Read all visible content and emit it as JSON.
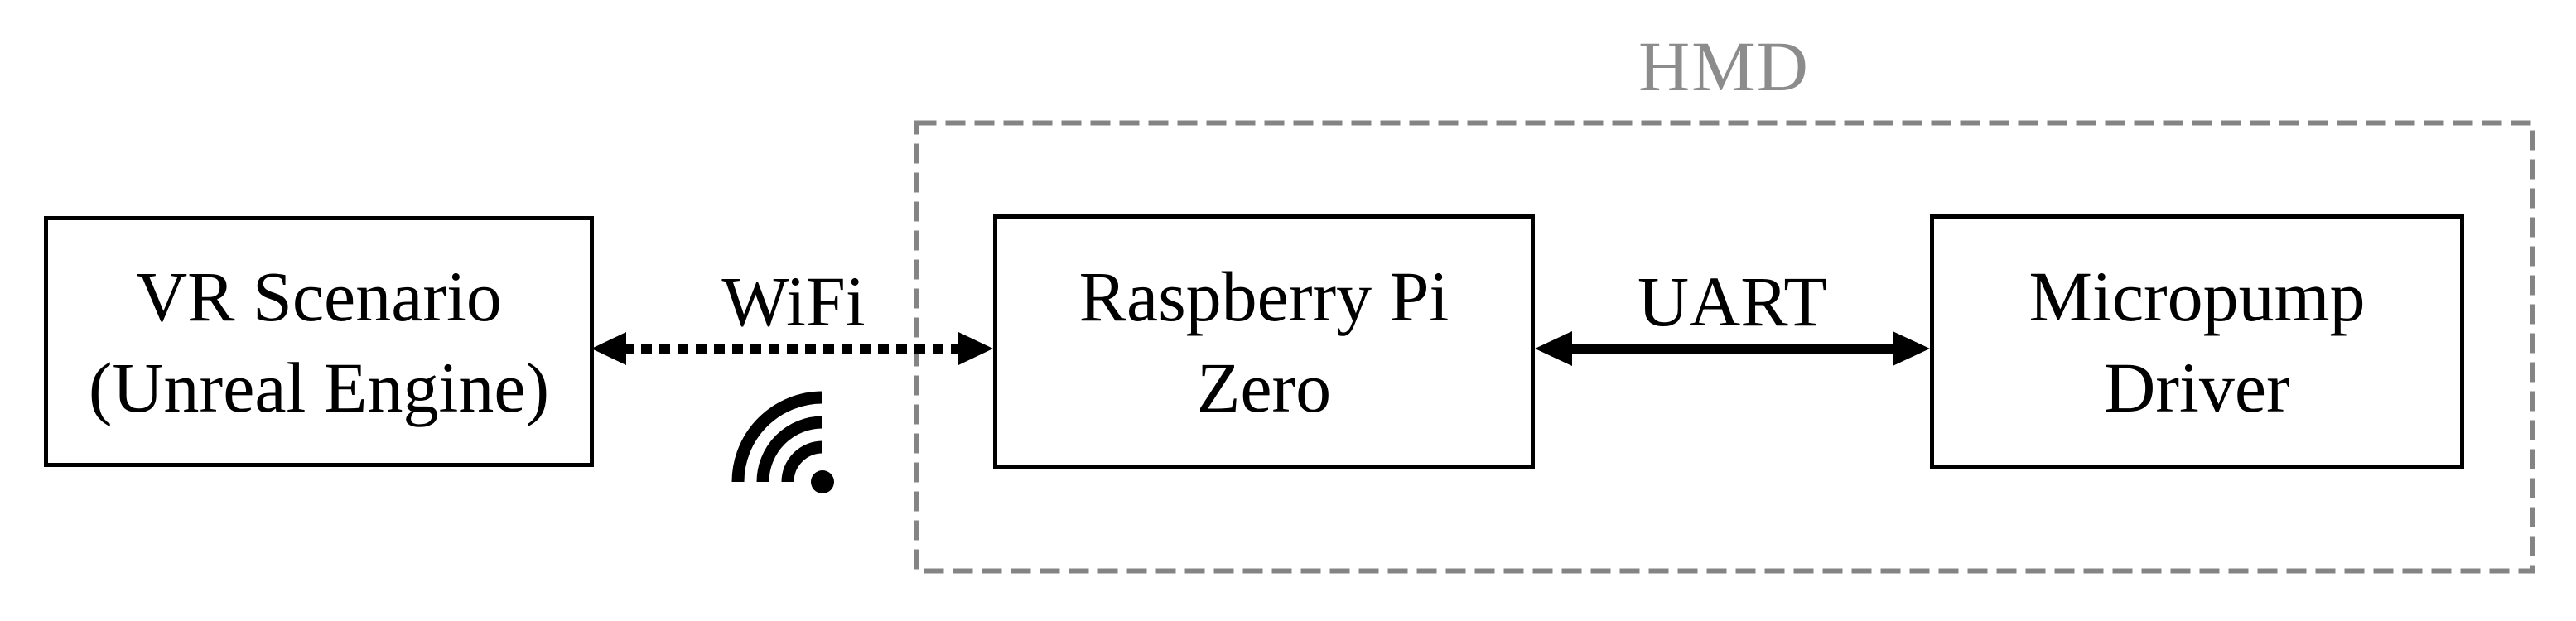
{
  "diagram": {
    "group": {
      "label": "HMD"
    },
    "nodes": {
      "vr": {
        "line1": "VR Scenario",
        "line2": "(Unreal Engine)"
      },
      "rpi": {
        "line1": "Raspberry Pi",
        "line2": "Zero"
      },
      "pump": {
        "line1": "Micropump",
        "line2": "Driver"
      }
    },
    "links": {
      "wifi": {
        "label": "WiFi",
        "style": "dotted",
        "from": "VR Scenario (Unreal Engine)",
        "to": "Raspberry Pi Zero",
        "direction": "bidirectional"
      },
      "uart": {
        "label": "UART",
        "style": "solid",
        "from": "Raspberry Pi Zero",
        "to": "Micropump Driver",
        "direction": "bidirectional"
      }
    },
    "icons": {
      "wifi": "wifi-signal-icon"
    },
    "colors": {
      "background": "#ffffff",
      "node_border": "#000000",
      "text": "#000000",
      "group_border": "#848484",
      "group_label": "#8c8c8c"
    }
  }
}
